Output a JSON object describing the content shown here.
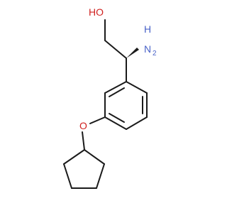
{
  "molecule": {
    "atom_labels": {
      "hydroxyl": "HO",
      "amine_h": "H",
      "amine_n": "N",
      "amine_sub": "2",
      "ether_o": "O"
    }
  },
  "colors": {
    "bond": "#1a1a1a",
    "nitrogen": "#4a63c8",
    "oxygen": "#d0211f",
    "background": "#ffffff"
  }
}
